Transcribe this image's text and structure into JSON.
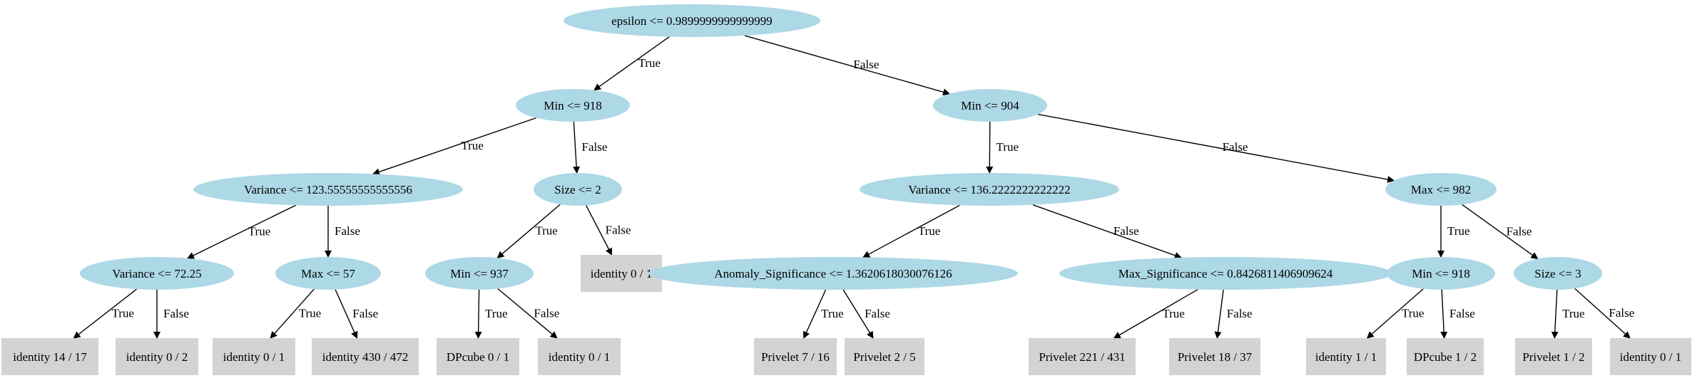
{
  "tree": {
    "colors": {
      "split_fill": "#add8e6",
      "leaf_fill": "#d3d3d3",
      "edge": "#000000"
    },
    "nodes": [
      {
        "id": "root",
        "label": "epsilon <= 0.9899999999999999",
        "kind": "split"
      },
      {
        "id": "n_l",
        "label": "Min <= 918",
        "kind": "split"
      },
      {
        "id": "n_r",
        "label": "Min <= 904",
        "kind": "split"
      },
      {
        "id": "n_ll",
        "label": "Variance <= 123.55555555555556",
        "kind": "split"
      },
      {
        "id": "n_lr",
        "label": "Size <= 2",
        "kind": "split"
      },
      {
        "id": "n_rl",
        "label": "Variance <= 136.2222222222222",
        "kind": "split"
      },
      {
        "id": "n_rr",
        "label": "Max <= 982",
        "kind": "split"
      },
      {
        "id": "n_lll",
        "label": "Variance <= 72.25",
        "kind": "split"
      },
      {
        "id": "n_llr",
        "label": "Max <= 57",
        "kind": "split"
      },
      {
        "id": "n_lrl",
        "label": "Min <= 937",
        "kind": "split"
      },
      {
        "id": "leaf_lrr",
        "label": "identity 0 / 1",
        "kind": "leaf"
      },
      {
        "id": "n_rll",
        "label": "Anomaly_Significance <= 1.3620618030076126",
        "kind": "split"
      },
      {
        "id": "n_rlr",
        "label": "Max_Significance <= 0.8426811406909624",
        "kind": "split"
      },
      {
        "id": "n_rrl",
        "label": "Min <= 918",
        "kind": "split"
      },
      {
        "id": "n_rrr",
        "label": "Size <= 3",
        "kind": "split"
      },
      {
        "id": "leaf1",
        "label": "identity 14 / 17",
        "kind": "leaf"
      },
      {
        "id": "leaf2",
        "label": "identity 0 / 2",
        "kind": "leaf"
      },
      {
        "id": "leaf3",
        "label": "identity 0 / 1",
        "kind": "leaf"
      },
      {
        "id": "leaf4",
        "label": "identity 430 / 472",
        "kind": "leaf"
      },
      {
        "id": "leaf5",
        "label": "DPcube 0 / 1",
        "kind": "leaf"
      },
      {
        "id": "leaf6",
        "label": "identity 0 / 1",
        "kind": "leaf"
      },
      {
        "id": "leaf7",
        "label": "Privelet 7 / 16",
        "kind": "leaf"
      },
      {
        "id": "leaf8",
        "label": "Privelet 2 / 5",
        "kind": "leaf"
      },
      {
        "id": "leaf9",
        "label": "Privelet 221 / 431",
        "kind": "leaf"
      },
      {
        "id": "leaf10",
        "label": "Privelet 18 / 37",
        "kind": "leaf"
      },
      {
        "id": "leaf11",
        "label": "identity 1 / 1",
        "kind": "leaf"
      },
      {
        "id": "leaf12",
        "label": "DPcube 1 / 2",
        "kind": "leaf"
      },
      {
        "id": "leaf13",
        "label": "Privelet 1 / 2",
        "kind": "leaf"
      },
      {
        "id": "leaf14",
        "label": "identity 0 / 1",
        "kind": "leaf"
      }
    ],
    "edges": [
      {
        "from": "root",
        "to": "n_l",
        "label": "True"
      },
      {
        "from": "root",
        "to": "n_r",
        "label": "False"
      },
      {
        "from": "n_l",
        "to": "n_ll",
        "label": "True"
      },
      {
        "from": "n_l",
        "to": "n_lr",
        "label": "False"
      },
      {
        "from": "n_r",
        "to": "n_rl",
        "label": "True"
      },
      {
        "from": "n_r",
        "to": "n_rr",
        "label": "False"
      },
      {
        "from": "n_ll",
        "to": "n_lll",
        "label": "True"
      },
      {
        "from": "n_ll",
        "to": "n_llr",
        "label": "False"
      },
      {
        "from": "n_lr",
        "to": "n_lrl",
        "label": "True"
      },
      {
        "from": "n_lr",
        "to": "leaf_lrr",
        "label": "False"
      },
      {
        "from": "n_rl",
        "to": "n_rll",
        "label": "True"
      },
      {
        "from": "n_rl",
        "to": "n_rlr",
        "label": "False"
      },
      {
        "from": "n_rr",
        "to": "n_rrl",
        "label": "True"
      },
      {
        "from": "n_rr",
        "to": "n_rrr",
        "label": "False"
      },
      {
        "from": "n_lll",
        "to": "leaf1",
        "label": "True"
      },
      {
        "from": "n_lll",
        "to": "leaf2",
        "label": "False"
      },
      {
        "from": "n_llr",
        "to": "leaf3",
        "label": "True"
      },
      {
        "from": "n_llr",
        "to": "leaf4",
        "label": "False"
      },
      {
        "from": "n_lrl",
        "to": "leaf5",
        "label": "True"
      },
      {
        "from": "n_lrl",
        "to": "leaf6",
        "label": "False"
      },
      {
        "from": "n_rll",
        "to": "leaf7",
        "label": "True"
      },
      {
        "from": "n_rll",
        "to": "leaf8",
        "label": "False"
      },
      {
        "from": "n_rlr",
        "to": "leaf9",
        "label": "True"
      },
      {
        "from": "n_rlr",
        "to": "leaf10",
        "label": "False"
      },
      {
        "from": "n_rrl",
        "to": "leaf11",
        "label": "True"
      },
      {
        "from": "n_rrl",
        "to": "leaf12",
        "label": "False"
      },
      {
        "from": "n_rrr",
        "to": "leaf13",
        "label": "True"
      },
      {
        "from": "n_rrr",
        "to": "leaf14",
        "label": "False"
      }
    ]
  }
}
